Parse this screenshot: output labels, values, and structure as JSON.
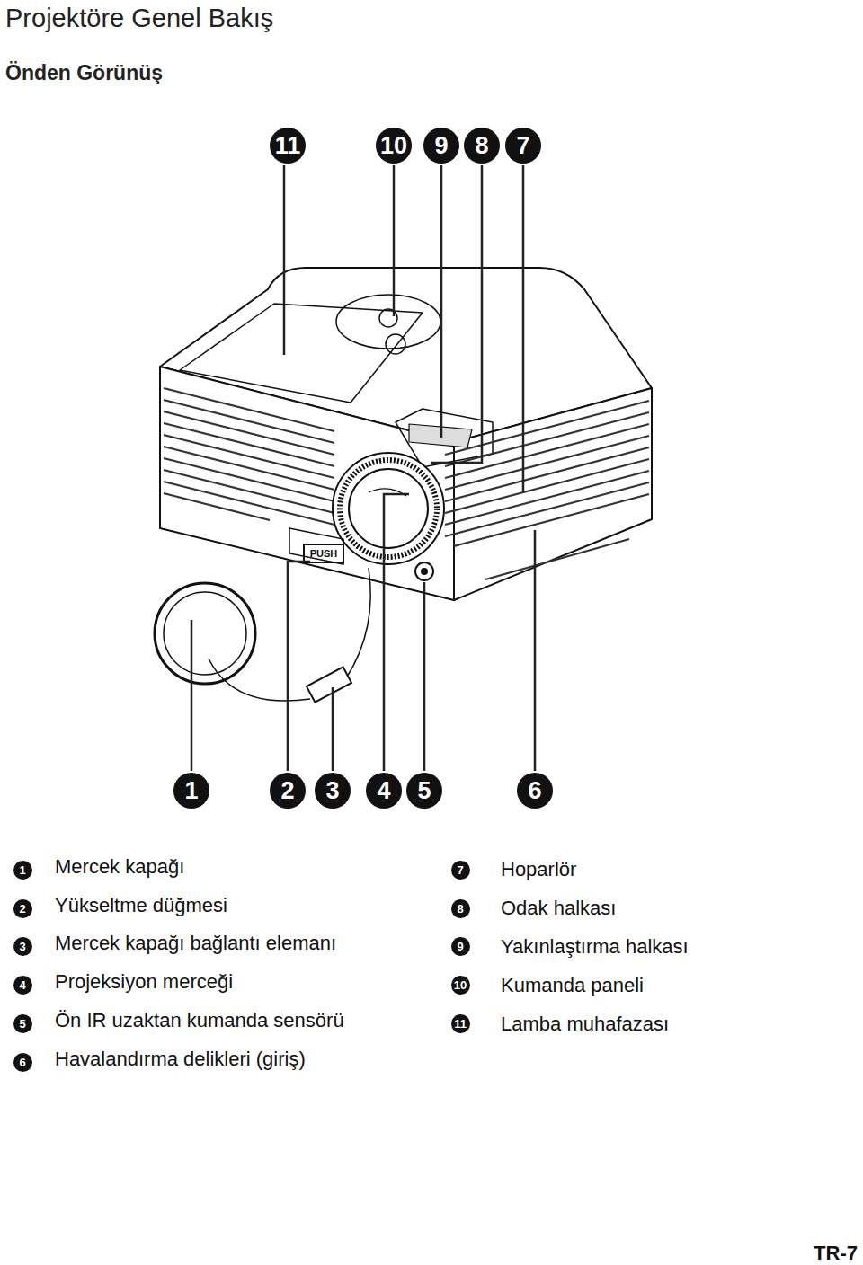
{
  "diagram": {
    "title": "Projektöre Genel Bakış",
    "nodes": [
      {
        "text": [
          "11"
        ]
      },
      {
        "text": [
          "10"
        ]
      },
      {
        "text": [
          "9"
        ]
      },
      {
        "text": [
          "8"
        ]
      },
      {
        "text": [
          "7"
        ]
      },
      {
        "text": [
          "1"
        ]
      },
      {
        "text": [
          "2"
        ]
      },
      {
        "text": [
          "3"
        ]
      },
      {
        "text": [
          "4"
        ]
      },
      {
        "text": [
          "5"
        ]
      },
      {
        "text": [
          "6"
        ]
      },
      {
        "text": [
          "1"
        ]
      },
      {
        "text": [
          "2"
        ]
      },
      {
        "text": [
          "3"
        ]
      },
      {
        "text": [
          "4"
        ]
      },
      {
        "text": [
          "5"
        ]
      },
      {
        "text": [
          "6"
        ]
      },
      {
        "text": [
          "7"
        ]
      },
      {
        "text": [
          "8"
        ]
      },
      {
        "text": [
          "9"
        ]
      },
      {
        "text": [
          "10"
        ]
      },
      {
        "text": [
          "11"
        ]
      }
    ],
    "labels": [
      "Önden Görünüş",
      "PUSH",
      "Mercek kapağı",
      "Yükseltme düğmesi",
      "Mercek kapağı bağlantı elemanı",
      "Projeksiyon merceği",
      "Ön IR uzaktan kumanda sensörü",
      "Havalandırma delikleri (giriş)",
      "Hoparlör",
      "Odak halkası",
      "Yakınlaştırma halkası",
      "Kumanda paneli",
      "Lamba muhafazası",
      "TR-7"
    ]
  }
}
